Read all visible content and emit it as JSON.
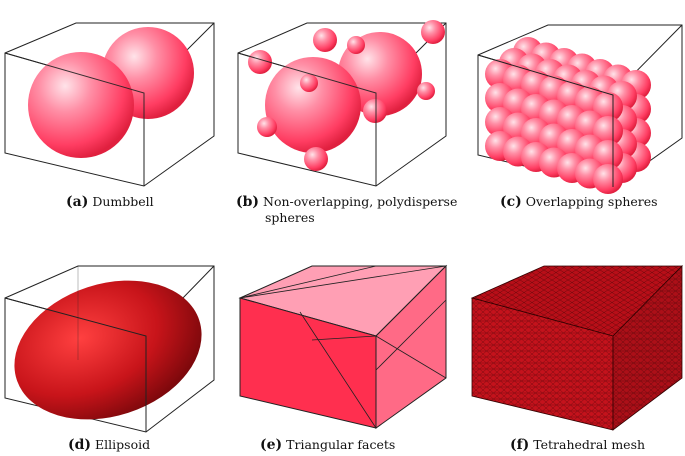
{
  "figure": {
    "panels": [
      {
        "letter": "(a)",
        "label": "Dumbbell",
        "label_line2": "",
        "depiction": "dumbbell-spheres"
      },
      {
        "letter": "(b)",
        "label": "Non-overlapping,  polydisperse",
        "label_line2": "spheres",
        "depiction": "polydisperse-spheres"
      },
      {
        "letter": "(c)",
        "label": "Overlapping spheres",
        "label_line2": "",
        "depiction": "overlapping-sphere-grid"
      },
      {
        "letter": "(d)",
        "label": "Ellipsoid",
        "label_line2": "",
        "depiction": "ellipsoid"
      },
      {
        "letter": "(e)",
        "label": "Triangular facets",
        "label_line2": "",
        "depiction": "triangulated-box"
      },
      {
        "letter": "(f)",
        "label": "Tetrahedral mesh",
        "label_line2": "",
        "depiction": "meshed-box"
      }
    ],
    "colors": {
      "sphere_pink": "#ff5c7a",
      "sphere_highlight": "#ffd6de",
      "ellipsoid_red": "#c0141a",
      "facet_top": "#ff9fb4",
      "facet_front": "#ff3050",
      "facet_side": "#ff6a85",
      "mesh_red": "#c0101a",
      "box_line": "#222222"
    }
  }
}
